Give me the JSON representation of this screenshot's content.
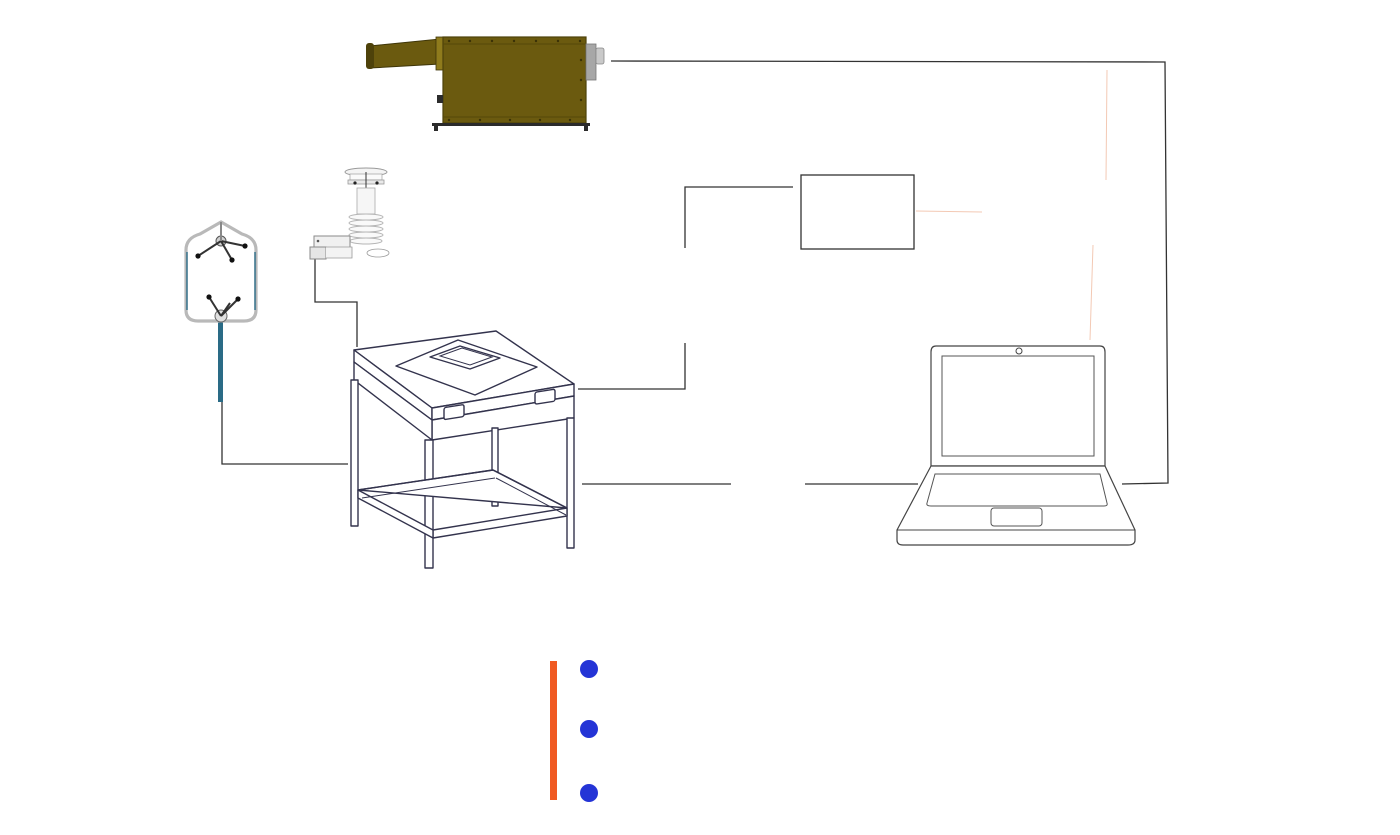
{
  "diagram": {
    "description_labels": [],
    "colors": {
      "background": "#ffffff",
      "wire": "#333333",
      "wire_faint": "#f3c9b4",
      "device_olive": "#6b5a0f",
      "device_olive_dark": "#4e420a",
      "device_gray": "#b9b9b9",
      "sensor_pole": "#2a6b86",
      "accent_bar": "#f05a22",
      "bullet": "#2434d6"
    },
    "components": [
      {
        "id": "scintillometer",
        "icon": "olive-scintillometer-icon"
      },
      {
        "id": "sonic-anemometer",
        "icon": "3d-sonic-anemometer-icon"
      },
      {
        "id": "weather-station",
        "icon": "compact-weather-station-icon"
      },
      {
        "id": "data-cabinet",
        "icon": "instrument-table-icon"
      },
      {
        "id": "signal-box",
        "icon": "rectangle-box-icon"
      },
      {
        "id": "laptop",
        "icon": "laptop-icon"
      }
    ]
  },
  "legend": {
    "accent_color": "#f05a22",
    "bullet_color": "#2434d6",
    "bullets": [
      {
        "label": ""
      },
      {
        "label": ""
      },
      {
        "label": ""
      }
    ]
  }
}
